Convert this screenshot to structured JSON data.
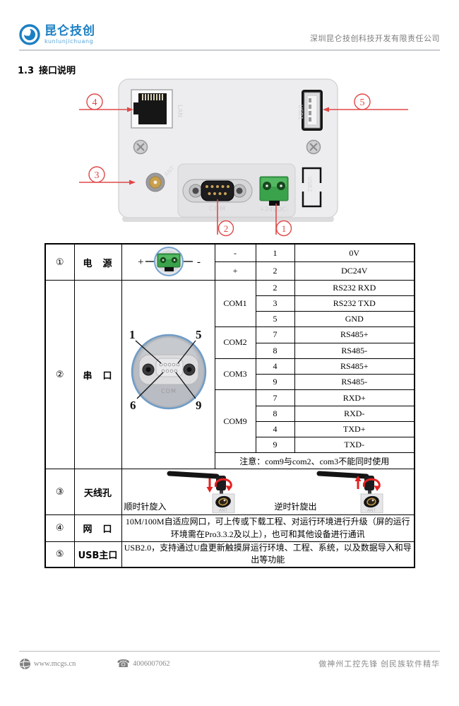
{
  "header": {
    "logo_title": "昆仑技创",
    "logo_subtitle": "kunlunjichuang",
    "company": "深圳昆仑技创科技开发有限责任公司"
  },
  "section": {
    "number": "1.3",
    "title": "接口说明"
  },
  "figure": {
    "callouts": {
      "c1": "1",
      "c2": "2",
      "c3": "3",
      "c4": "4",
      "c5": "5"
    },
    "labels": {
      "lan": "LAN",
      "usb1": "USB1",
      "ant": "ANT",
      "com": "COM",
      "power": "+24VDC-",
      "usb2": "USB2"
    }
  },
  "table": {
    "power": {
      "no": "①",
      "name": "电　源",
      "img": {
        "plus": "+",
        "minus": "-"
      },
      "pins": [
        {
          "sign": "-",
          "pin": "1",
          "func": "0V"
        },
        {
          "sign": "+",
          "pin": "2",
          "func": "DC24V"
        }
      ]
    },
    "serial": {
      "no": "②",
      "name": "串　口",
      "img": {
        "n1": "1",
        "n5": "5",
        "n6": "6",
        "n9": "9",
        "com": "COM"
      },
      "groups": [
        {
          "name": "COM1",
          "pins": [
            [
              "2",
              "RS232 RXD"
            ],
            [
              "3",
              "RS232 TXD"
            ],
            [
              "5",
              "GND"
            ]
          ]
        },
        {
          "name": "COM2",
          "pins": [
            [
              "7",
              "RS485+"
            ],
            [
              "8",
              "RS485-"
            ]
          ]
        },
        {
          "name": "COM3",
          "pins": [
            [
              "4",
              "RS485+"
            ],
            [
              "9",
              "RS485-"
            ]
          ]
        },
        {
          "name": "COM9",
          "pins": [
            [
              "7",
              "RXD+"
            ],
            [
              "8",
              "RXD-"
            ],
            [
              "4",
              "TXD+"
            ],
            [
              "9",
              "TXD-"
            ]
          ]
        }
      ],
      "note": "注意：com9与com2、com3不能同时使用"
    },
    "antenna": {
      "no": "③",
      "name": "天线孔",
      "caption_in": "顺时针旋入",
      "caption_out": "逆时针旋出",
      "thumb_label": "ANT"
    },
    "network": {
      "no": "④",
      "name": "网　口",
      "desc": "10M/100M自适应网口，可上传或下载工程、对运行环境进行升级（屏的运行环境需在Pro3.3.2及以上），也可和其他设备进行通讯"
    },
    "usb": {
      "no": "⑤",
      "name": "USB主口",
      "desc": "USB2.0，支持通过U盘更新触摸屏运行环境、工程、系统，以及数据导入和导出等功能"
    }
  },
  "footer": {
    "website": "www.mcgs.cn",
    "phone": "4006007062",
    "slogan": "做神州工控先锋  创民族软件精华"
  },
  "colors": {
    "accent_red": "#e04848",
    "logo_blue": "#1b7fc3"
  }
}
